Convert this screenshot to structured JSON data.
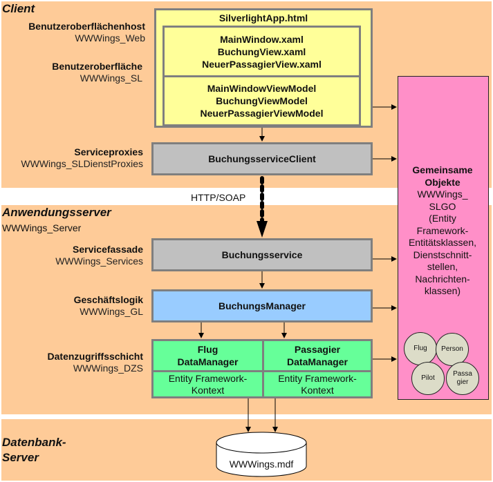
{
  "tiers": {
    "client": "Client",
    "app_server": "Anwendungsserver",
    "app_server_sub": "WWWings_Server",
    "db_server": [
      "Datenbank-",
      "Server"
    ]
  },
  "labels": {
    "ui_host": {
      "title": "Benutzeroberflächenhost",
      "project": "WWWings_Web"
    },
    "ui": {
      "title": "Benutzeroberfläche",
      "project": "WWWings_SL"
    },
    "proxies": {
      "title": "Serviceproxies",
      "project": "WWWings_SLDienstProxies"
    },
    "facade": {
      "title": "Servicefassade",
      "project": "WWWings_Services"
    },
    "logic": {
      "title": "Geschäftslogik",
      "project": "WWWings_GL"
    },
    "dal": {
      "title": "Datenzugriffsschicht",
      "project": "WWWings_DZS"
    }
  },
  "boxes": {
    "silverlight_app": "SilverlightApp.html",
    "views": [
      "MainWindow.xaml",
      "BuchungView.xaml",
      "NeuerPassagierView.xaml"
    ],
    "viewmodels": [
      "MainWindowViewModel",
      "BuchungViewModel",
      "NeuerPassagierViewModel"
    ],
    "service_client": "BuchungsserviceClient",
    "protocol": "HTTP/SOAP",
    "service": "Buchungsservice",
    "manager": "BuchungsManager",
    "flug_dm": [
      "Flug",
      "DataManager"
    ],
    "passagier_dm": [
      "Passagier",
      "DataManager"
    ],
    "ef_context": [
      "Entity Framework-",
      "Kontext"
    ],
    "database": "WWWings.mdf"
  },
  "shared_objects": {
    "title": [
      "Gemeinsame",
      "Objekte"
    ],
    "desc": [
      "WWWings_",
      "SLGO",
      "(Entity",
      "Framework-",
      "Entitätsklassen,",
      "Dienstschnitt-",
      "stellen,",
      "Nachrichten-",
      "klassen)"
    ],
    "entities": [
      "Flug",
      "Person",
      "Pilot",
      "Passa",
      "gier"
    ]
  },
  "colors": {
    "band": "#fecb98",
    "gray_box": "#c0c0c0",
    "blue_box": "#99ccff",
    "yellow_box": "#ffff99",
    "green_box": "#66ff99",
    "pink_box": "#ff8fc8",
    "entity_circle": "#dcdcc8"
  }
}
